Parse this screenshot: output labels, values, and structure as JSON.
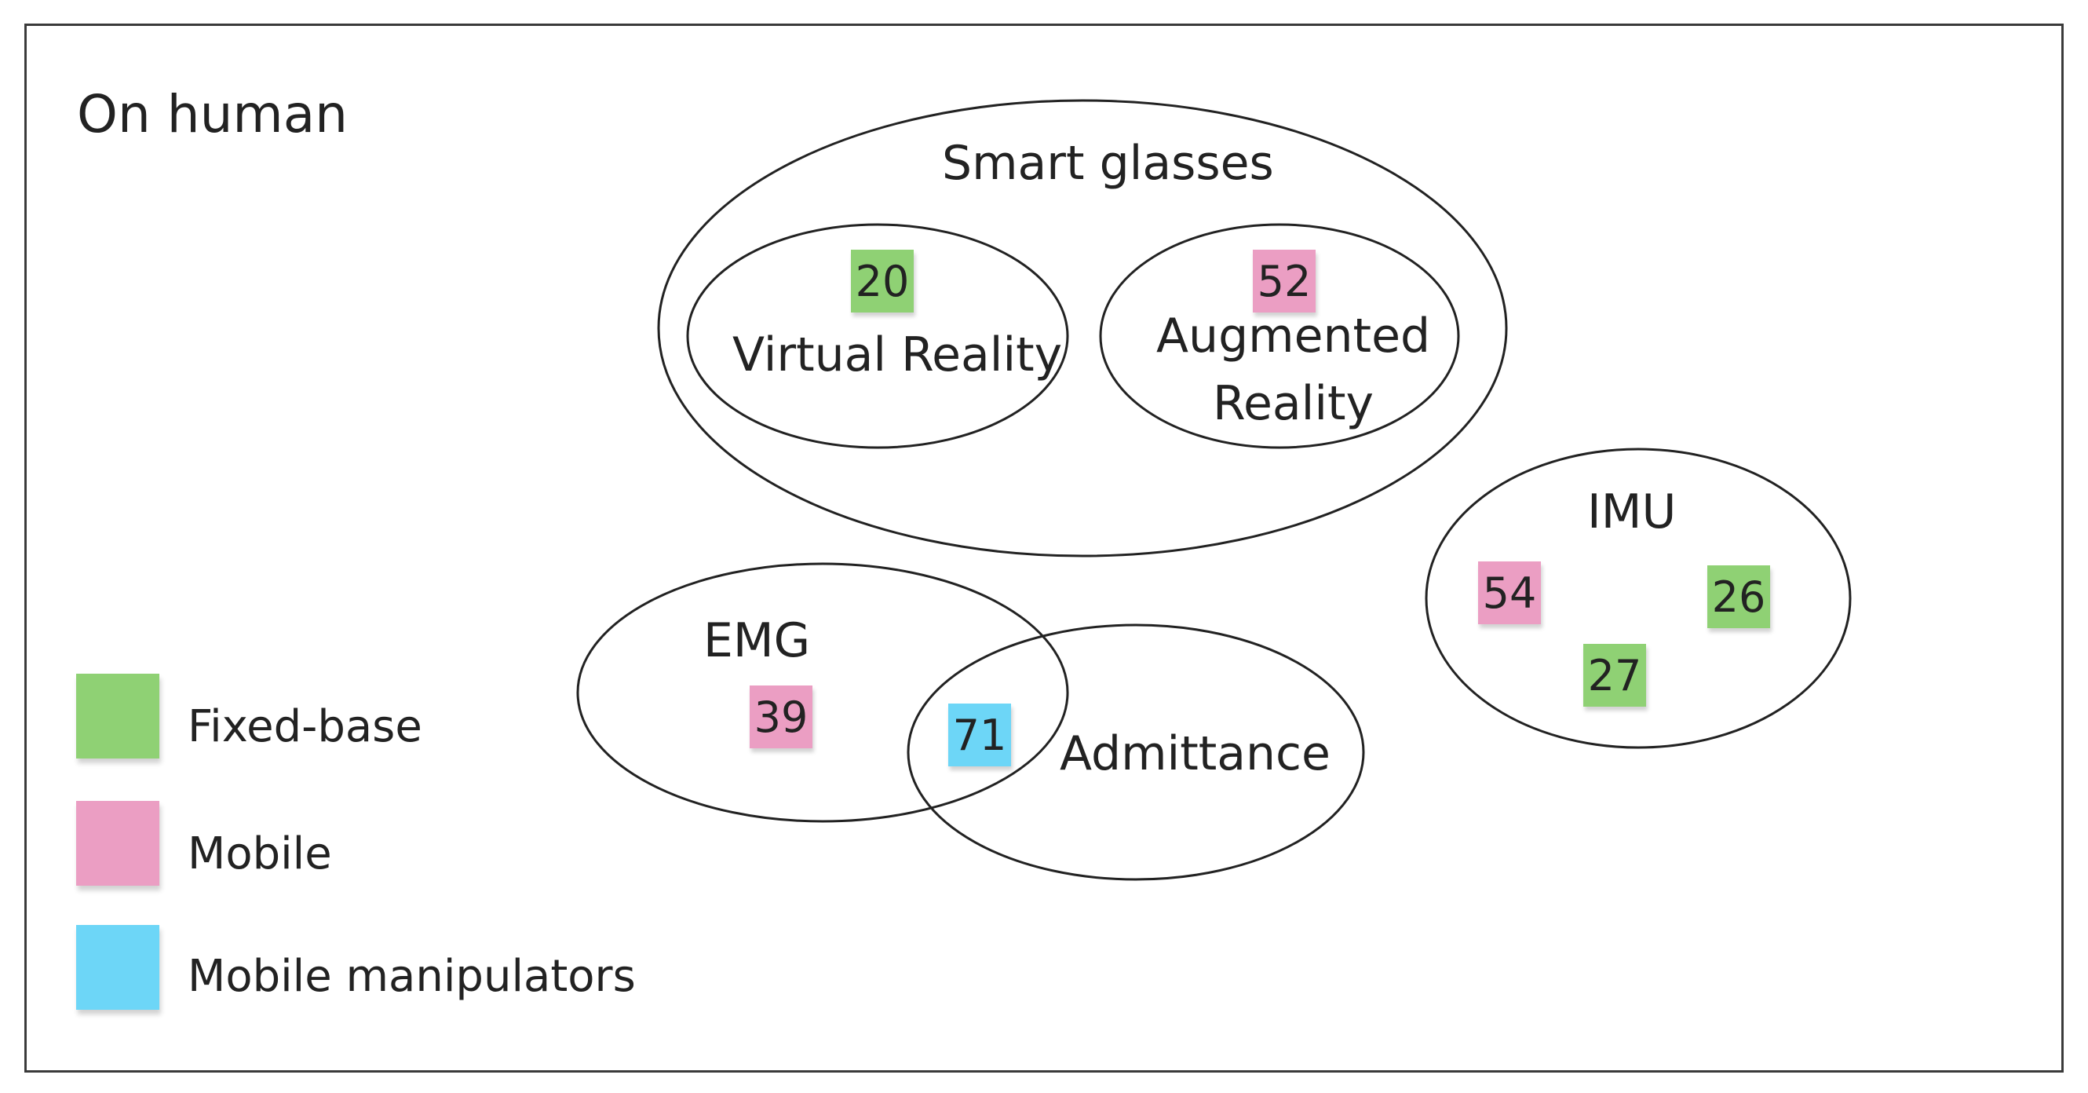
{
  "title": "On human",
  "colors": {
    "fixed_base": "#8fd174",
    "mobile": "#eb9ec3",
    "mobile_manipulators": "#6dd6f7",
    "outline": "#222222"
  },
  "sets": {
    "smart_glasses": "Smart glasses",
    "virtual_reality": "Virtual Reality",
    "augmented_reality_line1": "Augmented",
    "augmented_reality_line2": "Reality",
    "imu": "IMU",
    "emg": "EMG",
    "admittance": "Admittance"
  },
  "notes": {
    "vr": "20",
    "ar": "52",
    "imu_mobile": "54",
    "imu_fixed_a": "26",
    "imu_fixed_b": "27",
    "emg": "39",
    "emg_admittance": "71"
  },
  "legend": {
    "fixed_base": "Fixed-base",
    "mobile": "Mobile",
    "mobile_manipulators": "Mobile manipulators"
  }
}
